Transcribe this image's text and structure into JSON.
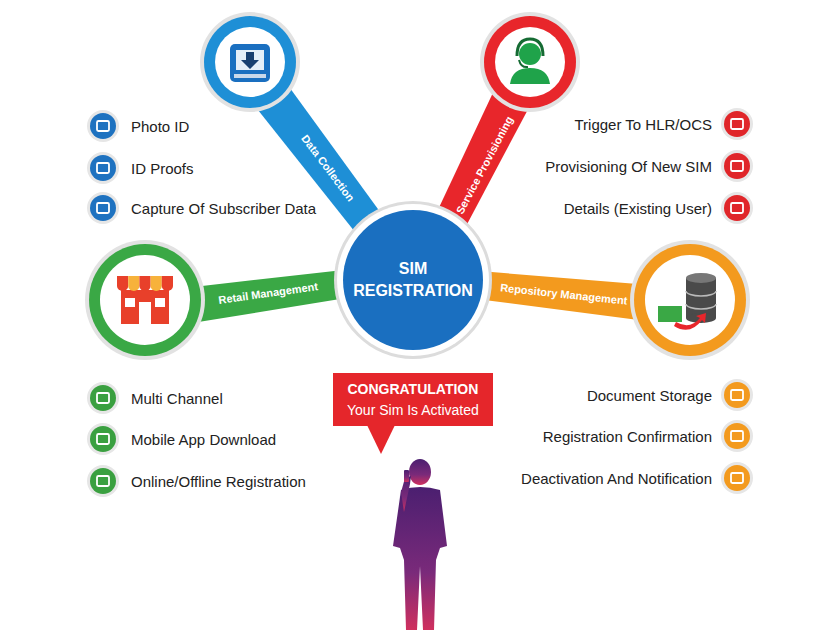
{
  "diagram": {
    "nodes": [
      {
        "text": [
          "SIM REGISTRATION"
        ]
      },
      {
        "text": [
          "Data Collection"
        ]
      },
      {
        "text": [
          "Service Provisioning"
        ]
      },
      {
        "text": [
          "Retail Management"
        ]
      },
      {
        "text": [
          "Repository Management"
        ]
      },
      {
        "text": [
          "CONGRATULATION",
          "Your Sim Is Activated"
        ]
      }
    ],
    "labels": [
      "Photo ID",
      "ID Proofs",
      "Capture Of Subscriber Data",
      "Trigger To HLR/OCS",
      "Provisioning Of New SIM",
      "Details (Existing User)",
      "Multi Channel",
      "Mobile App Download",
      "Online/Offline Registration",
      "Document Storage",
      "Registration Confirmation",
      "Deactivation And Notification"
    ]
  }
}
